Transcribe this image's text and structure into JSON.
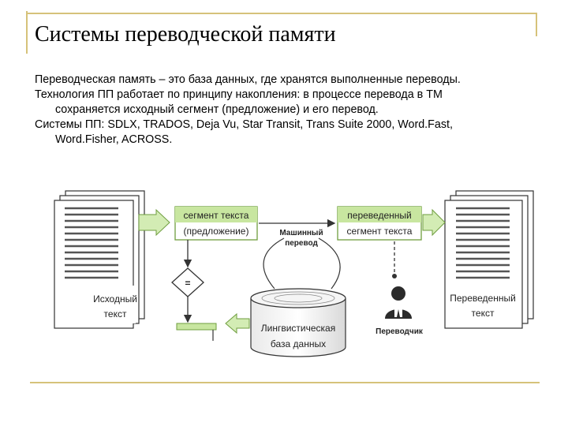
{
  "title": "Системы переводческой памяти",
  "paragraphs": [
    {
      "first": "Переводческая память – это база данных, где хранятся выполненные переводы."
    },
    {
      "first": "Технология ПП работает по принципу накопления: в процессе перевода в ТМ",
      "rest": "сохраняется исходный сегмент (предложение) и его перевод."
    },
    {
      "first": "Системы ПП: SDLX, TRADOS, Deja Vu, Star Transit, Trans Suite 2000, Word.Fast,",
      "rest": "Word.Fisher, ACROSS."
    }
  ],
  "diagram": {
    "source_doc": [
      "Исходный",
      "текст"
    ],
    "target_doc": [
      "Переведенный",
      "текст"
    ],
    "source_segment": [
      "сегмент текста",
      "(предложение)"
    ],
    "translated_segment": [
      "переведенный",
      "сегмент текста"
    ],
    "machine_translation": [
      "Машинный",
      "перевод"
    ],
    "equals": "=",
    "database": [
      "Лингвистическая",
      "база данных"
    ],
    "translator": "Переводчик"
  },
  "colors": {
    "accent": "#d6c27a",
    "box_green": "#c8e6a0",
    "box_border": "#6f9e3f",
    "arrow_fill": "#d3ecb4"
  }
}
